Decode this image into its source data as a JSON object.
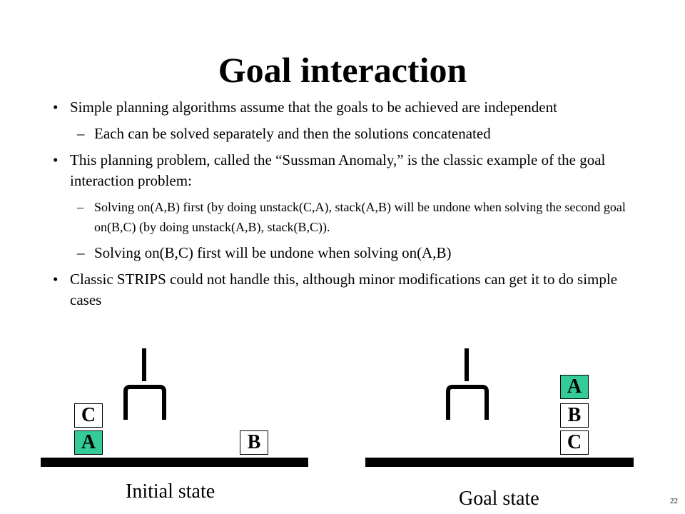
{
  "title": "Goal interaction",
  "bullets": {
    "b1": "Simple planning algorithms assume that the goals to be achieved are independent",
    "b1_sub1": "Each can be solved separately and then the solutions concatenated",
    "b2": "This planning problem, called the “Sussman Anomaly,” is the classic example of the goal interaction problem:",
    "b2_sub1": "Solving on(A,B) first (by doing unstack(C,A), stack(A,B) will be undone when solving the second goal on(B,C) (by doing unstack(A,B), stack(B,C)).",
    "b2_sub2": "Solving on(B,C) first will be undone when solving on(A,B)",
    "b3": "Classic STRIPS could not handle this, although minor modifications can get it to do simple cases"
  },
  "dash": "–",
  "initial": {
    "blocks": {
      "c": "C",
      "a": "A",
      "b": "B"
    },
    "caption": "Initial state"
  },
  "goal": {
    "blocks": {
      "a": "A",
      "b": "B",
      "c": "C"
    },
    "caption": "Goal state"
  },
  "colors": {
    "block_green": "#33cc99"
  },
  "page_number": "22"
}
